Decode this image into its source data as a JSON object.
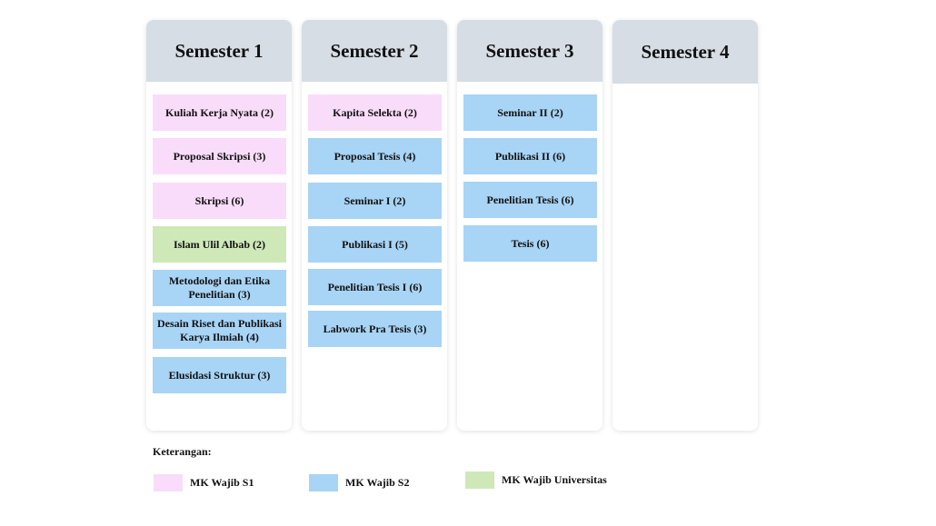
{
  "semesters": [
    {
      "title": "Semester 1",
      "courses": [
        {
          "label": "Kuliah  Kerja Nyata (2)",
          "category": "s1"
        },
        {
          "label": "Proposal Skripsi (3)",
          "category": "s1"
        },
        {
          "label": "Skripsi (6)",
          "category": "s1"
        },
        {
          "label": "Islam Ulil Albab  (2)",
          "category": "uni"
        },
        {
          "label": "Metodologi dan Etika Penelitian (3)",
          "category": "s2"
        },
        {
          "label": "Desain Riset dan Publikasi Karya Ilmiah (4)",
          "category": "s2"
        },
        {
          "label": "Elusidasi Struktur  (3)",
          "category": "s2"
        }
      ]
    },
    {
      "title": "Semester 2",
      "courses": [
        {
          "label": "Kapita Selekta (2)",
          "category": "s1"
        },
        {
          "label": "Proposal Tesis (4)",
          "category": "s2"
        },
        {
          "label": "Seminar  I (2)",
          "category": "s2"
        },
        {
          "label": "Publikasi  I (5)",
          "category": "s2"
        },
        {
          "label": "Penelitian Tesis I (6)",
          "category": "s2"
        },
        {
          "label": "Labwork  Pra Tesis (3)",
          "category": "s2"
        }
      ]
    },
    {
      "title": "Semester 3",
      "courses": [
        {
          "label": "Seminar  II (2)",
          "category": "s2"
        },
        {
          "label": "Publikasi  II (6)",
          "category": "s2"
        },
        {
          "label": "Penelitian Tesis (6)",
          "category": "s2"
        },
        {
          "label": "Tesis (6)",
          "category": "s2"
        }
      ]
    },
    {
      "title": "Semester 4",
      "courses": []
    }
  ],
  "legend": {
    "title": "Keterangan:",
    "items": [
      {
        "label": "MK Wajib  S1",
        "color": "#f8dcf9"
      },
      {
        "label": "MK Wajib  S2",
        "color": "#a8d4f5"
      },
      {
        "label": "MK Wajib  Universitas",
        "color": "#cfe8b8"
      }
    ]
  },
  "colors": {
    "s1": "#f8dcf9",
    "s2": "#a8d4f5",
    "uni": "#cfe8b8",
    "header": "#d6dde4"
  }
}
